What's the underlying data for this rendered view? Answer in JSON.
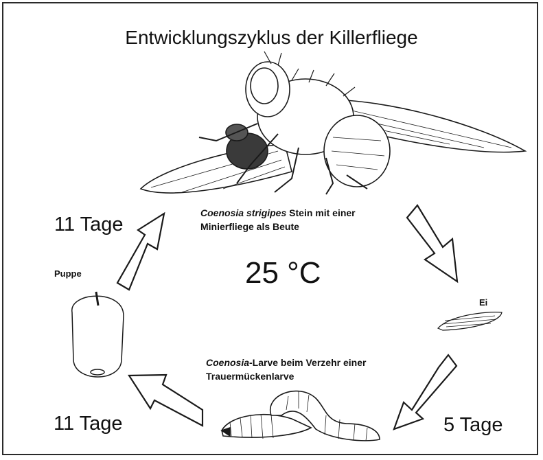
{
  "title": "Entwicklungszyklus der Killerfliege",
  "adult": {
    "caption_species": "Coenosia strigipes",
    "caption_rest_line1": " Stein mit einer",
    "caption_line2": "Minierfliege als Beute"
  },
  "temperature": "25 °C",
  "egg_label": "Ei",
  "larva": {
    "caption_species": "Coenosia",
    "caption_rest_line1": "-Larve beim Verzehr einer",
    "caption_line2": "Trauermückenlarve"
  },
  "pupa_label": "Puppe",
  "durations": {
    "egg_to_larva": "5 Tage",
    "larva_to_pupa": "11 Tage",
    "pupa_to_adult": "11 Tage"
  },
  "colors": {
    "stroke": "#1a1a1a",
    "background": "#ffffff"
  }
}
